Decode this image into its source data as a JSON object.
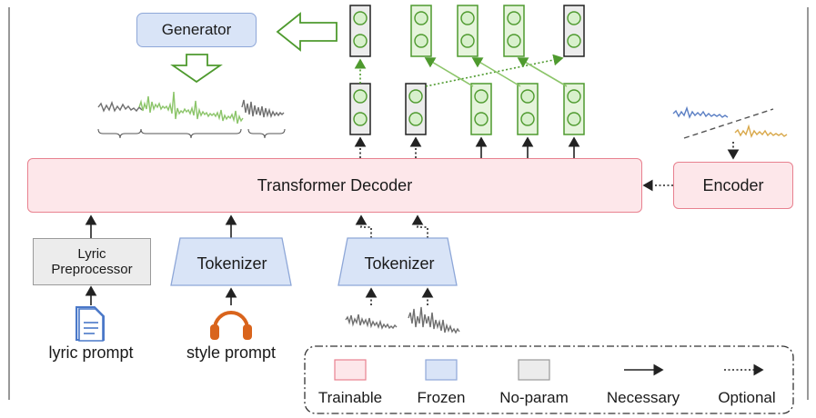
{
  "blocks": {
    "generator": "Generator",
    "decoder": "Transformer Decoder",
    "encoder": "Encoder",
    "lyric_pre": "Lyric\nPreprocessor",
    "tokenizer_style": "Tokenizer",
    "tokenizer_audio": "Tokenizer"
  },
  "inputs": {
    "lyric": "lyric prompt",
    "style": "style prompt"
  },
  "legend": {
    "trainable": "Trainable",
    "frozen": "Frozen",
    "noparam": "No-param",
    "necessary": "Necessary",
    "optional": "Optional"
  },
  "colors": {
    "trainable_fill": "#fde7ea",
    "trainable_stroke": "#e8818f",
    "frozen_fill": "#d9e4f7",
    "frozen_stroke": "#8ea7d8",
    "noparam_fill": "#ececec",
    "token_green_fill": "#e6f4dc",
    "token_green_stroke": "#4e9a2e",
    "waveform_green": "#8cc56a",
    "waveform_gray": "#707070",
    "waveform_blue": "#5b7fc4",
    "waveform_gold": "#d9a84a",
    "style_icon": "#d9641c",
    "doc_icon": "#4a78c8"
  },
  "icons": [
    "document-icon",
    "headphones-icon",
    "waveform-icon"
  ]
}
